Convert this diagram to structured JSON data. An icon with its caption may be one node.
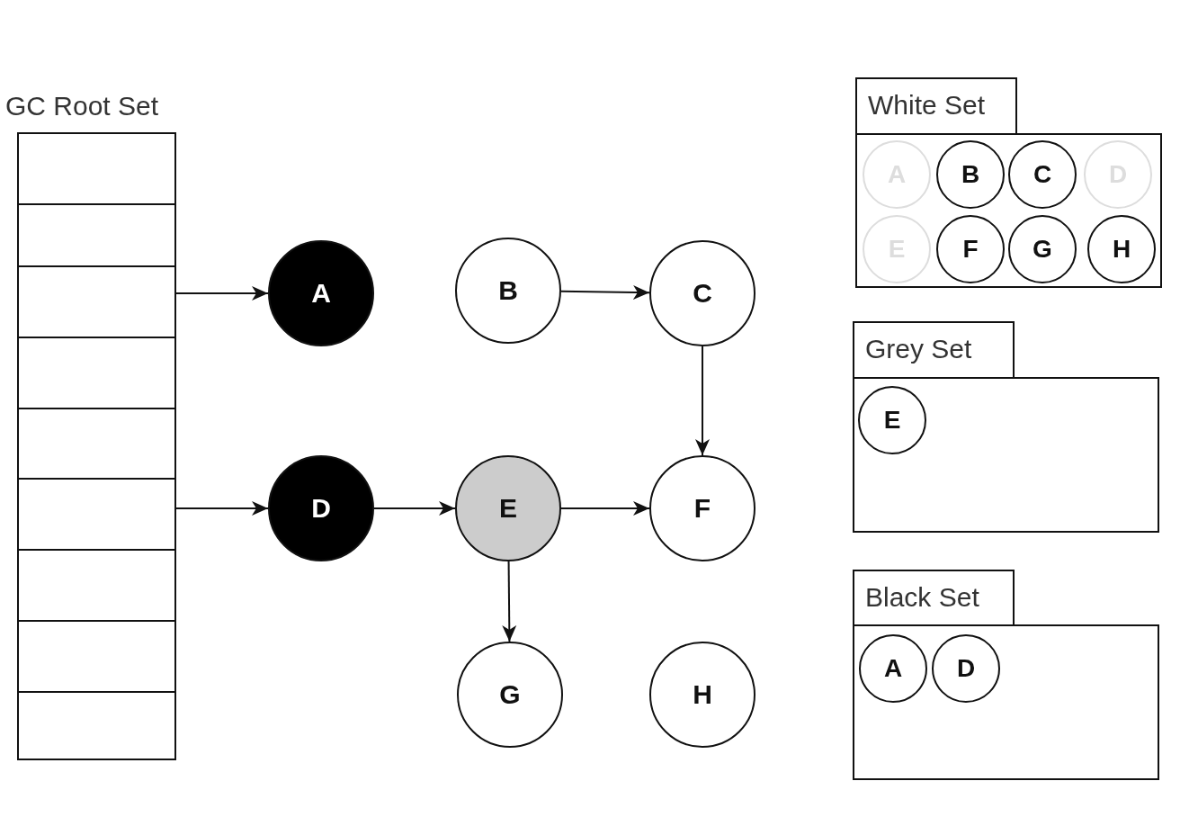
{
  "diagram": {
    "nodes": [
      {
        "text": [
          "GC Root Set"
        ]
      },
      {
        "text": [],
        "shape": "box",
        "in": 0
      },
      {
        "text": [],
        "shape": "box",
        "in": 0
      },
      {
        "text": [],
        "shape": "box",
        "in": 0
      },
      {
        "text": [],
        "shape": "box",
        "in": 0
      },
      {
        "text": [],
        "shape": "box",
        "in": 0
      },
      {
        "text": [],
        "shape": "box",
        "in": 0
      },
      {
        "text": [],
        "shape": "box",
        "in": 0
      },
      {
        "text": [],
        "shape": "box",
        "in": 0
      },
      {
        "text": [],
        "shape": "box",
        "in": 0
      },
      {
        "text": [
          "A"
        ]
      },
      {
        "text": [
          "B"
        ]
      },
      {
        "text": [
          "C"
        ]
      },
      {
        "text": [
          "D"
        ]
      },
      {
        "text": [
          "E"
        ]
      },
      {
        "text": [
          "F"
        ]
      },
      {
        "text": [
          "G"
        ]
      },
      {
        "text": [
          "H"
        ]
      },
      {
        "text": [
          "White Set"
        ]
      },
      {
        "text": [],
        "shape": "box"
      },
      {
        "text": [
          "A"
        ],
        "in": 19
      },
      {
        "text": [
          "B"
        ],
        "in": 19
      },
      {
        "text": [
          "C"
        ],
        "in": 19
      },
      {
        "text": [
          "D"
        ],
        "in": 19
      },
      {
        "text": [
          "E"
        ],
        "in": 19
      },
      {
        "text": [
          "F"
        ],
        "in": 19
      },
      {
        "text": [
          "G"
        ],
        "in": 19
      },
      {
        "text": [
          "H"
        ],
        "in": 19
      },
      {
        "text": [
          "Grey Set"
        ]
      },
      {
        "text": [],
        "shape": "box"
      },
      {
        "text": [
          "E"
        ],
        "in": 29
      },
      {
        "text": [
          "Black Set"
        ]
      },
      {
        "text": [],
        "shape": "box"
      },
      {
        "text": [
          "A"
        ],
        "in": 32
      },
      {
        "text": [
          "D"
        ],
        "in": 32
      }
    ],
    "edges": [
      {
        "from": 3,
        "to": 10,
        "arrow": "to"
      },
      {
        "from": 6,
        "to": 13,
        "arrow": "to"
      },
      {
        "from": 11,
        "to": 12,
        "arrow": "to"
      },
      {
        "from": 12,
        "to": 15,
        "arrow": "to"
      },
      {
        "from": 13,
        "to": 14,
        "arrow": "to"
      },
      {
        "from": 14,
        "to": 15,
        "arrow": "to"
      },
      {
        "from": 14,
        "to": 16,
        "arrow": "to"
      }
    ]
  }
}
